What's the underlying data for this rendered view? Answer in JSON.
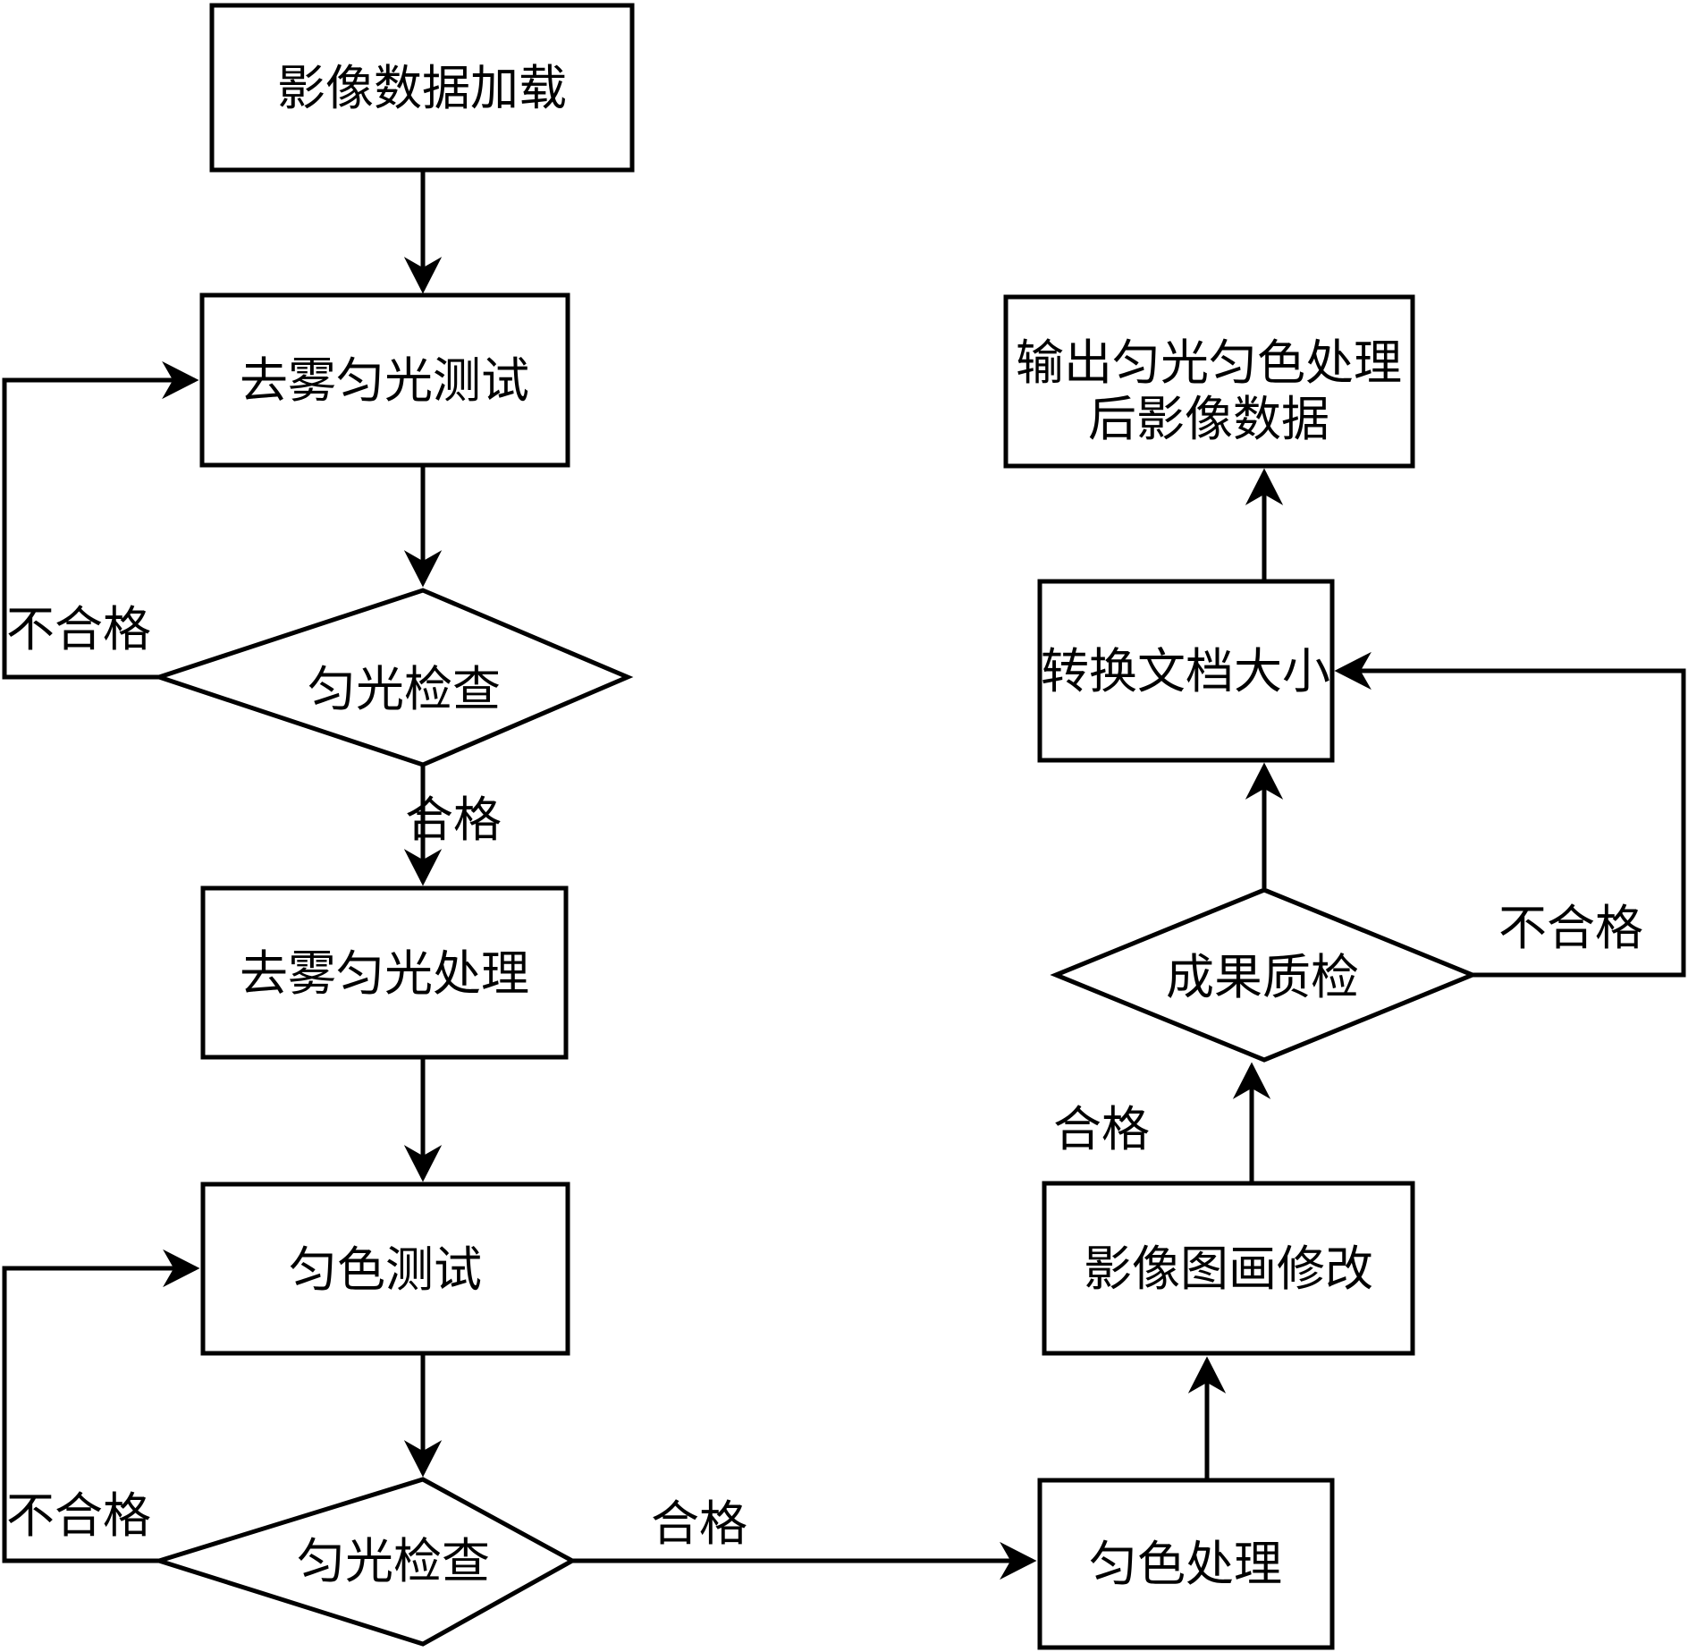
{
  "diagram": {
    "background_color": "#ffffff",
    "stroke_color": "#000000",
    "nodes": {
      "load": {
        "label": "影像数据加载",
        "shape": "rect"
      },
      "dehaze_test": {
        "label": "去雾匀光测试",
        "shape": "rect"
      },
      "light_check_1": {
        "label": "匀光检查",
        "shape": "diamond"
      },
      "dehaze_process": {
        "label": "去雾匀光处理",
        "shape": "rect"
      },
      "color_test": {
        "label": "匀色测试",
        "shape": "rect"
      },
      "light_check_2": {
        "label": "匀光检查",
        "shape": "diamond"
      },
      "color_process": {
        "label": "匀色处理",
        "shape": "rect"
      },
      "image_edit": {
        "label": "影像图画修改",
        "shape": "rect"
      },
      "quality_check": {
        "label": "成果质检",
        "shape": "diamond"
      },
      "convert_size": {
        "label": "转换文档大小",
        "shape": "rect"
      },
      "output": {
        "label_line_1": "输出匀光匀色处理",
        "label_line_2": "后影像数据",
        "shape": "rect"
      }
    },
    "edge_labels": {
      "check1_fail": "不合格",
      "check1_pass": "合格",
      "check2_fail": "不合格",
      "check2_pass": "合格",
      "quality_pass": "合格",
      "quality_fail": "不合格"
    }
  }
}
